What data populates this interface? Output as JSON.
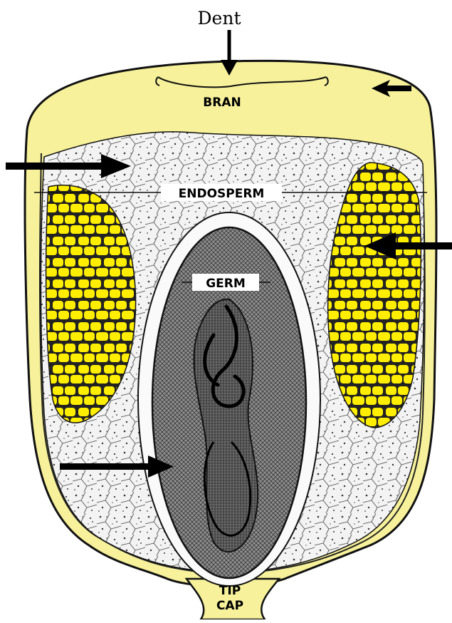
{
  "labels": {
    "dent": "Dent",
    "bran": "BRAN",
    "endosperm": "ENDOSPERM",
    "germ": "GERM",
    "tip_line1": "TIP",
    "tip_line2": "CAP"
  },
  "colors": {
    "pericarp": "#f6f19a",
    "horny_endosperm": "#ffee00",
    "floury_endosperm": "#f2f2f2",
    "germ": "#8e8e8e",
    "outline": "#111111",
    "background": "#ffffff"
  }
}
